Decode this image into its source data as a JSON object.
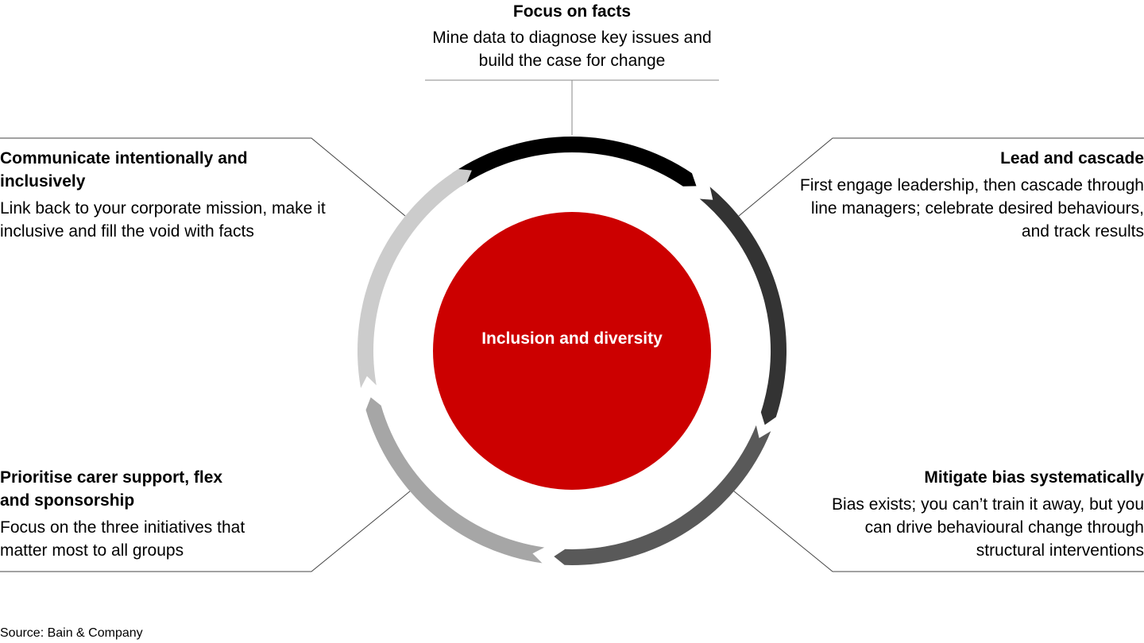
{
  "center": {
    "label": "Inclusion and diversity",
    "color": "#cc0000"
  },
  "segments": [
    {
      "title": "Focus on facts",
      "description": "Mine data to diagnose key issues and build the case for change",
      "color": "#000000"
    },
    {
      "title": "Lead and cascade",
      "description": "First engage leadership, then cascade through line managers; celebrate desired behaviours, and track results",
      "color": "#333333"
    },
    {
      "title": "Mitigate bias systematically",
      "description": "Bias exists; you can’t train it away, but you can drive behavioural change through structural interventions",
      "color": "#595959"
    },
    {
      "title": "Prioritise carer support, flex and sponsorship",
      "description": "Focus on the three initiatives that matter most to all groups",
      "color": "#a6a6a6"
    },
    {
      "title": "Communicate intentionally and inclusively",
      "description": "Link back to your corporate mission, make it inclusive and fill the void with facts",
      "color": "#cccccc"
    }
  ],
  "source": "Source: Bain & Company"
}
